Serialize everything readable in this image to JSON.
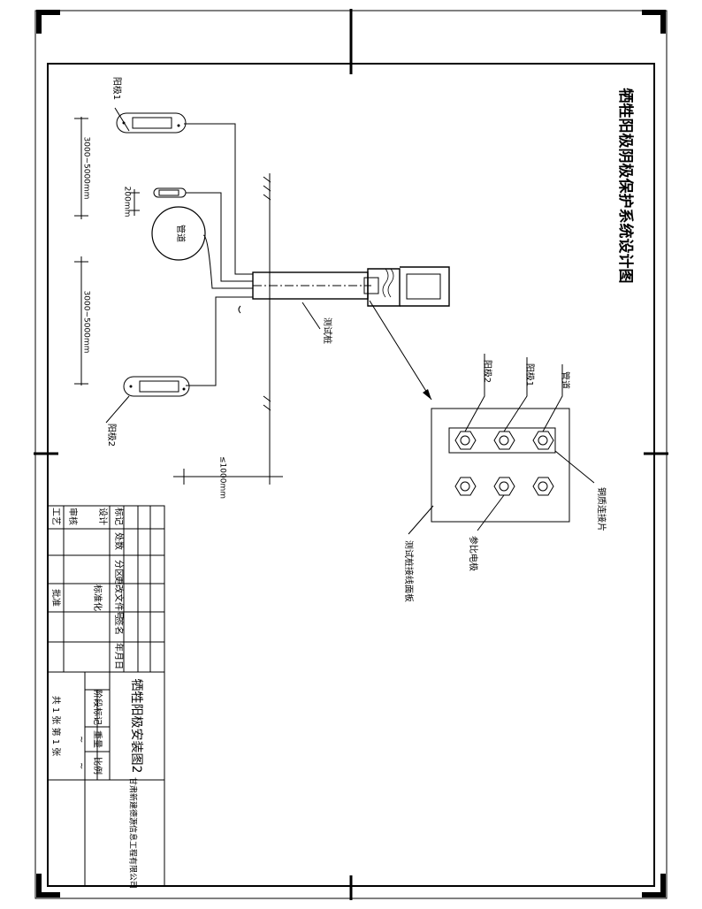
{
  "title": "牺牲阳极阴极保护系统设计图",
  "labels": {
    "anode1": "阳极1",
    "anode2": "阳极2",
    "pipe": "管道",
    "test_post": "测试桩",
    "dist_top": "3000~5000mm",
    "dist_bottom": "3000~5000mm",
    "dist_200": "200mm",
    "dist_1000": "≤1000mm",
    "panel_anode2": "阳极2",
    "panel_anode1": "阳极1",
    "panel_pipe": "管道",
    "copper_plate": "铜质连接片",
    "ref_electrode": "参比电极",
    "panel_name": "测试桩接线面板"
  },
  "title_block": {
    "drawing_name": "牺牲阳极安装图2",
    "company": "甘肃新建德源信息工程有限公司",
    "header_cols": [
      "标记",
      "处数",
      "分区",
      "更改文件号",
      "签名",
      "年月日"
    ],
    "roles": [
      "设计",
      "审核",
      "工艺"
    ],
    "std": "标准化",
    "approve": "批准",
    "stage": "阶段标记",
    "weight": "重量",
    "scale": "比例",
    "sheets": "共 1 张 第 1 张",
    "tilde1": "~",
    "tilde2": "~"
  }
}
